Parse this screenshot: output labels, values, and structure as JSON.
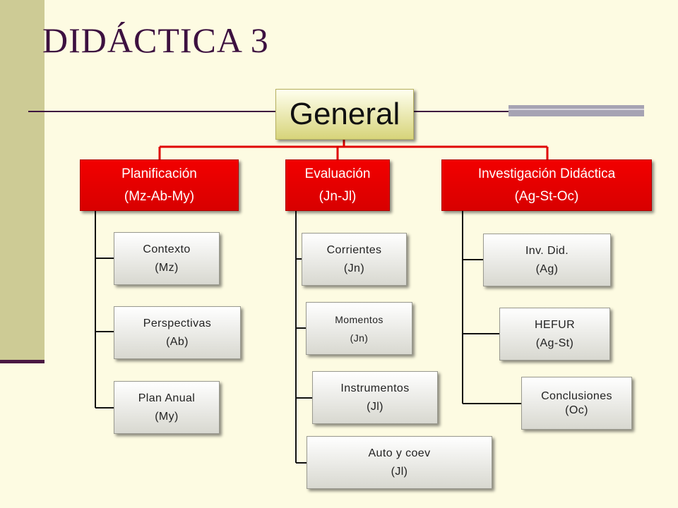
{
  "slide": {
    "title": "DIDÁCTICA 3",
    "root": "General"
  },
  "colors": {
    "background": "#fdfbe2",
    "sidebar": "#cdcb95",
    "title": "#3d1140",
    "category_fill": "#e80000",
    "connector": "#e00000"
  },
  "categories": [
    {
      "line1": "Planificación",
      "line2": "(Mz-Ab-My)",
      "items": [
        {
          "line1": "Contexto",
          "line2": "(Mz)"
        },
        {
          "line1": "Perspectivas",
          "line2": "(Ab)"
        },
        {
          "line1": "Plan Anual",
          "line2": "(My)"
        }
      ]
    },
    {
      "line1": "Evaluación",
      "line2": "(Jn-Jl)",
      "items": [
        {
          "line1": "Corrientes",
          "line2": "(Jn)"
        },
        {
          "line1": "Momentos",
          "line2": "(Jn)"
        },
        {
          "line1": "Instrumentos",
          "line2": "(Jl)"
        },
        {
          "line1": "Auto y coev",
          "line2": "(Jl)"
        }
      ]
    },
    {
      "line1": "Investigación Didáctica",
      "line2": "(Ag-St-Oc)",
      "items": [
        {
          "line1": "Inv. Did.",
          "line2": "(Ag)"
        },
        {
          "line1": "HEFUR",
          "line2": "(Ag-St)"
        },
        {
          "line1": "Conclusiones",
          "line2": "(Oc)"
        }
      ]
    }
  ]
}
